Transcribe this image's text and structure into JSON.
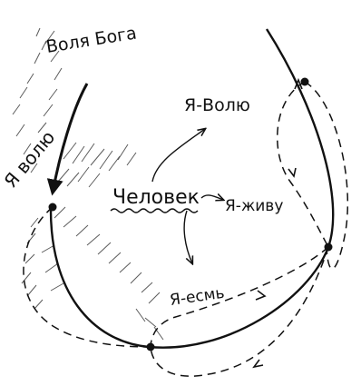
{
  "labels": {
    "volya_boga": "Воля Бога",
    "ya_volyu_upper": "Я-Волю",
    "ya_volyu_rotated": "Я волю",
    "chelovek": "Человек",
    "ya_zhivu": "Я-живу",
    "ya_esm": "Я-есмь"
  }
}
